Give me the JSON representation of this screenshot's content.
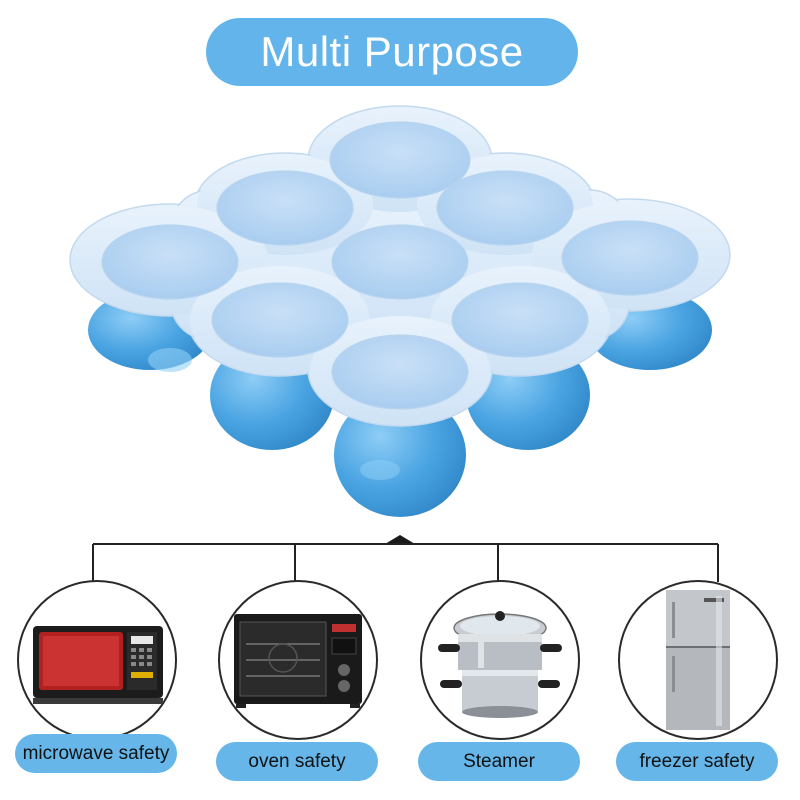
{
  "header": {
    "title": "Multi Purpose"
  },
  "features": [
    {
      "label": "microwave safety",
      "icon": "microwave-icon"
    },
    {
      "label": "oven safety",
      "icon": "oven-icon"
    },
    {
      "label": "Steamer",
      "icon": "steamer-pot-icon"
    },
    {
      "label": "freezer safety",
      "icon": "refrigerator-icon"
    }
  ],
  "colors": {
    "accent": "#64b4ec",
    "tray": "#5aaee6",
    "lid": "#d8e9f8"
  }
}
